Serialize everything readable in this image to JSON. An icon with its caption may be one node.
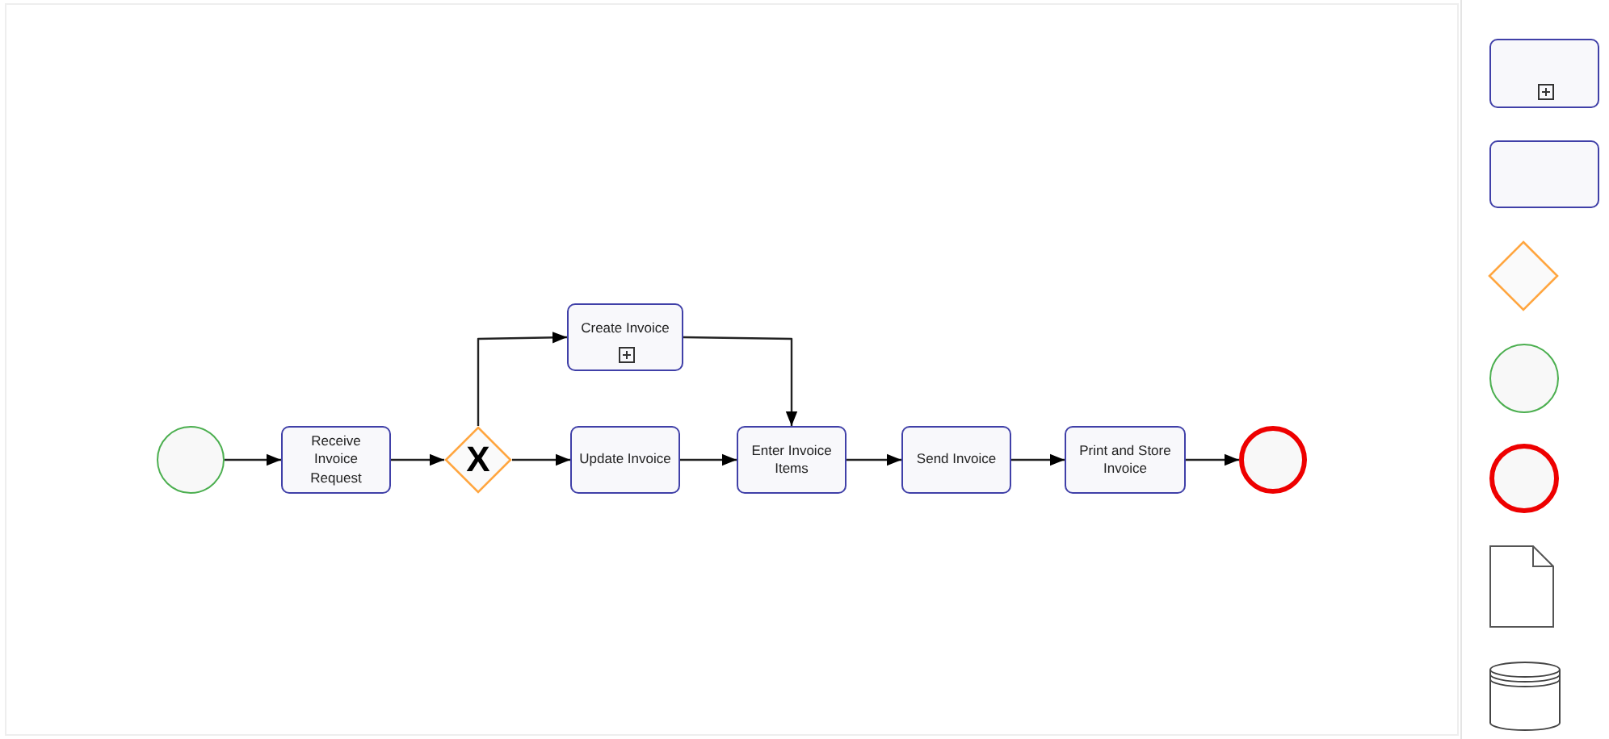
{
  "diagram": {
    "nodes": [
      {
        "text": [],
        "shape": "circle"
      },
      {
        "text": [
          "Receive Invoice Request"
        ]
      },
      {
        "text": [
          "X"
        ]
      },
      {
        "text": [
          "Create Invoice"
        ]
      },
      {
        "text": [
          "Update Invoice"
        ]
      },
      {
        "text": [
          "Enter Invoice Items"
        ]
      },
      {
        "text": [
          "Send Invoice"
        ]
      },
      {
        "text": [
          "Print and Store Invoice"
        ]
      },
      {
        "text": [],
        "shape": "circle"
      },
      {
        "text": [],
        "shape": "box"
      },
      {
        "text": [],
        "shape": "box"
      },
      {
        "text": [],
        "shape": "diamond"
      },
      {
        "text": [],
        "shape": "circle"
      },
      {
        "text": [],
        "shape": "circle"
      },
      {
        "text": [],
        "shape": "document"
      },
      {
        "text": [],
        "shape": "cylinder"
      }
    ],
    "edges": [
      {
        "from": 0,
        "to": 1,
        "arrow": "to"
      },
      {
        "from": 1,
        "to": 2,
        "arrow": "to"
      },
      {
        "from": 2,
        "to": 3,
        "arrow": "to"
      },
      {
        "from": 2,
        "to": 4,
        "arrow": "to"
      },
      {
        "from": 3,
        "to": 5,
        "arrow": "to"
      },
      {
        "from": 4,
        "to": 5,
        "arrow": "to"
      },
      {
        "from": 5,
        "to": 6,
        "arrow": "to"
      },
      {
        "from": 6,
        "to": 7,
        "arrow": "to"
      },
      {
        "from": 7,
        "to": 8,
        "arrow": "to"
      }
    ]
  }
}
